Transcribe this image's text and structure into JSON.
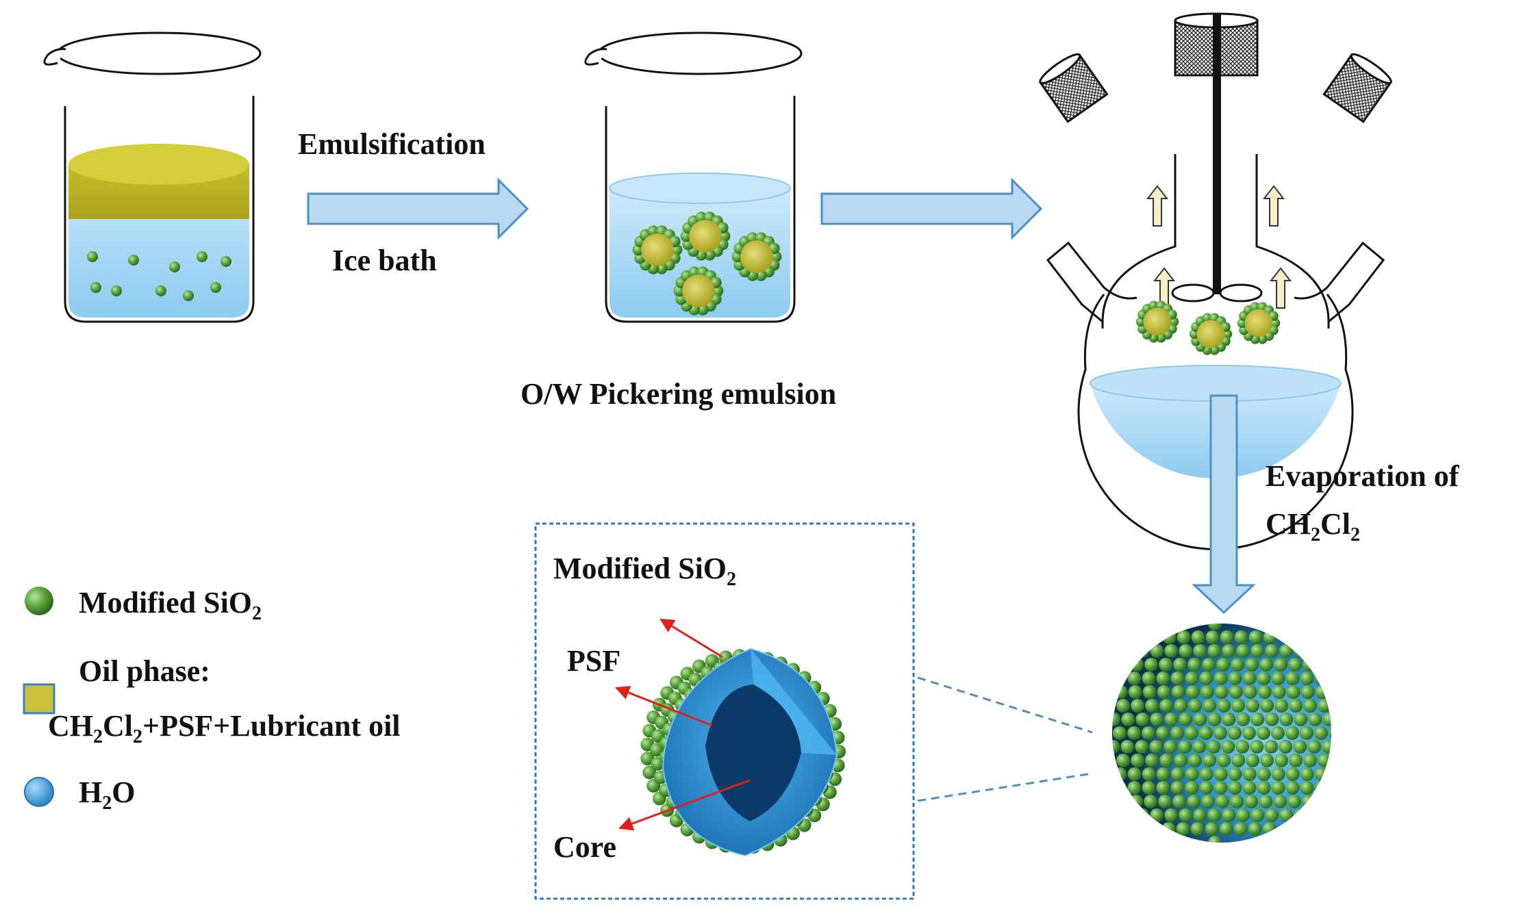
{
  "steps": {
    "emulsification": "Emulsification",
    "ice_bath": "Ice bath",
    "pickering": "O/W Pickering emulsion",
    "evaporation_line1": "Evaporation of",
    "evaporation_line2": {
      "a": "CH",
      "b": "2",
      "c": "Cl",
      "d": "2"
    }
  },
  "inset": {
    "title": {
      "main": "Modified SiO",
      "sub": "2"
    },
    "psf": "PSF",
    "core": "Core"
  },
  "legend": {
    "silica": {
      "main": "Modified SiO",
      "sub": "2",
      "color": "#5aa33c"
    },
    "oil": {
      "line1": "Oil phase:",
      "l2a": "CH",
      "l2b": "2",
      "l2c": "Cl",
      "l2d": "2",
      "l2e": "+PSF+Lubricant oil",
      "color": "#c9c23a"
    },
    "water": {
      "main": "H",
      "sub": "2",
      "tail": "O",
      "color": "#4fa6dc"
    }
  },
  "colors": {
    "arrow_fill": "#b9d9f1",
    "arrow_stroke": "#4a8fc8",
    "water": "#9fd2f2",
    "oil": "#c9c23a",
    "silica": "#5aa33c",
    "shell": "#2a8ad0",
    "core": "#0c3a68"
  }
}
